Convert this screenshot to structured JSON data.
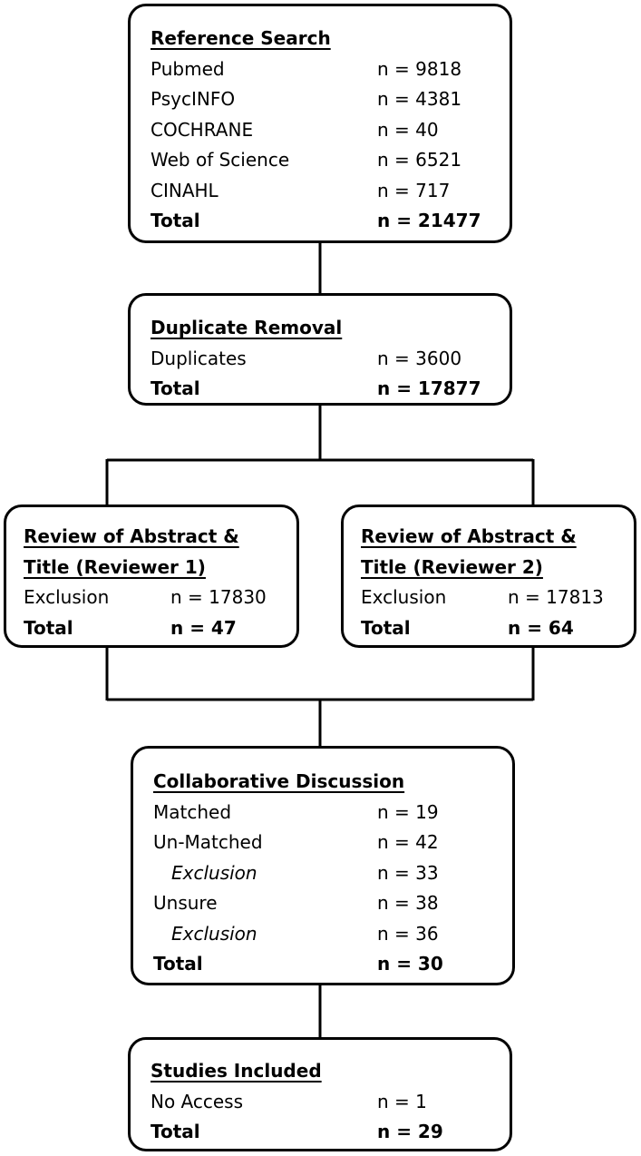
{
  "reference_search": {
    "heading": "Reference Search",
    "rows": [
      {
        "label": "Pubmed",
        "value": "n = 9818"
      },
      {
        "label": "PsycINFO",
        "value": "n = 4381"
      },
      {
        "label": "COCHRANE",
        "value": "n = 40"
      },
      {
        "label": "Web of Science",
        "value": "n = 6521"
      },
      {
        "label": "CINAHL",
        "value": "n = 717"
      },
      {
        "label": "Total",
        "value": "n = 21477"
      }
    ]
  },
  "duplicate_removal": {
    "heading": "Duplicate Removal",
    "rows": [
      {
        "label": "Duplicates",
        "value": "n = 3600"
      },
      {
        "label": "Total",
        "value": "n = 17877"
      }
    ]
  },
  "review_reviewer_1": {
    "heading_line1": "Review of Abstract &",
    "heading_line2": "Title (Reviewer 1)",
    "rows": [
      {
        "label": "Exclusion",
        "value": "n = 17830"
      },
      {
        "label": "Total",
        "value": "n = 47"
      }
    ]
  },
  "review_reviewer_2": {
    "heading_line1": "Review of Abstract &",
    "heading_line2": "Title (Reviewer 2)",
    "rows": [
      {
        "label": "Exclusion",
        "value": "n = 17813"
      },
      {
        "label": "Total",
        "value": "n = 64"
      }
    ]
  },
  "collaborative_discussion": {
    "heading": "Collaborative Discussion",
    "rows": [
      {
        "label": "Matched",
        "value": "n = 19"
      },
      {
        "label": "Un-Matched",
        "value": "n = 42"
      },
      {
        "label": "Exclusion",
        "value": "n = 33"
      },
      {
        "label": "Unsure",
        "value": "n = 38"
      },
      {
        "label": "Exclusion",
        "value": "n = 36"
      },
      {
        "label": "Total",
        "value": "n = 30"
      }
    ]
  },
  "studies_included": {
    "heading": "Studies Included",
    "rows": [
      {
        "label": "No Access",
        "value": "n = 1"
      },
      {
        "label": "Total",
        "value": "n = 29"
      }
    ]
  }
}
